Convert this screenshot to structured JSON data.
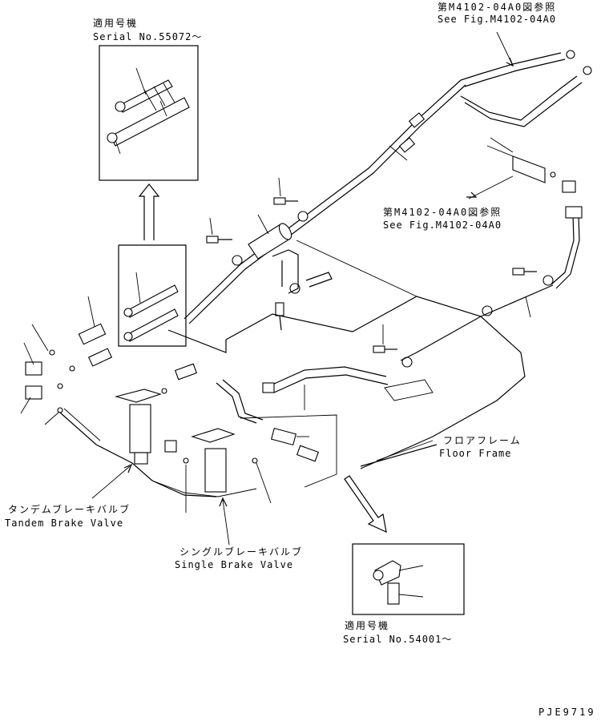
{
  "callouts": {
    "top_ref": {
      "jp": "第M4102-04A0図参照",
      "en": "See Fig.M4102-04A0"
    },
    "mid_ref": {
      "jp": "第M4102-04A0図参照",
      "en": "See Fig.M4102-04A0"
    },
    "inset_top": {
      "jp": "適用号機",
      "en": "Serial No.55072～"
    },
    "inset_bottom": {
      "jp": "適用号機",
      "en": "Serial No.54001～"
    },
    "floor_frame": {
      "jp": "フロアフレーム",
      "en": "Floor Frame"
    },
    "tandem_valve": {
      "jp": "タンデムブレーキバルブ",
      "en": "Tandem Brake Valve"
    },
    "single_valve": {
      "jp": "シングルブレーキバルブ",
      "en": "Single Brake Valve"
    }
  },
  "drawing_id": "PJE9719",
  "icons": {
    "hose": "hose-icon",
    "valve": "brake-valve-icon",
    "bolt": "bolt-icon",
    "clamp": "clamp-icon",
    "fitting": "fitting-icon",
    "arrow": "pointer-arrow-icon"
  }
}
